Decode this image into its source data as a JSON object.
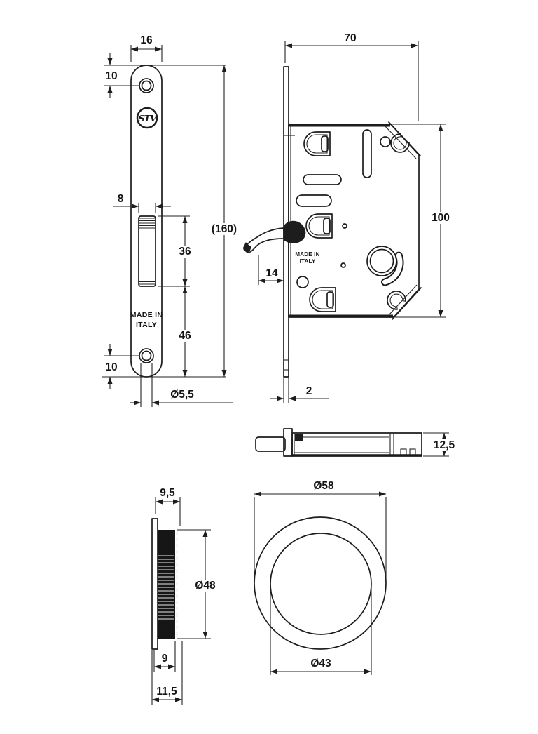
{
  "drawing": {
    "title": "Sliding door mortise lock technical drawing",
    "background_color": "#ffffff",
    "line_color": "#1d1d1d",
    "faceplate": {
      "logo": "STV",
      "made_in_1": "MADE IN",
      "made_in_2": "ITALY",
      "dim_width": "16",
      "dim_hole_top": "10",
      "dim_slot_w": "8",
      "dim_slot_h": "36",
      "dim_slot_bottom": "46",
      "dim_hole_bottom": "10",
      "dim_overall": "(160)",
      "dim_hole_dia": "Ø5,5"
    },
    "body": {
      "made_in_1": "MADE IN",
      "made_in_2": "ITALY",
      "dim_width": "70",
      "dim_height": "100",
      "dim_hook": "14",
      "dim_plate_thk": "2"
    },
    "edge_view": {
      "dim_height": "12,5"
    },
    "pull_edge": {
      "dim_depth_flange": "9,5",
      "dim_cup_dia": "Ø48",
      "dim_cup_depth": "9",
      "dim_total_depth": "11,5"
    },
    "pull_front": {
      "dim_outer_dia": "Ø58",
      "dim_inner_dia": "Ø43"
    }
  }
}
